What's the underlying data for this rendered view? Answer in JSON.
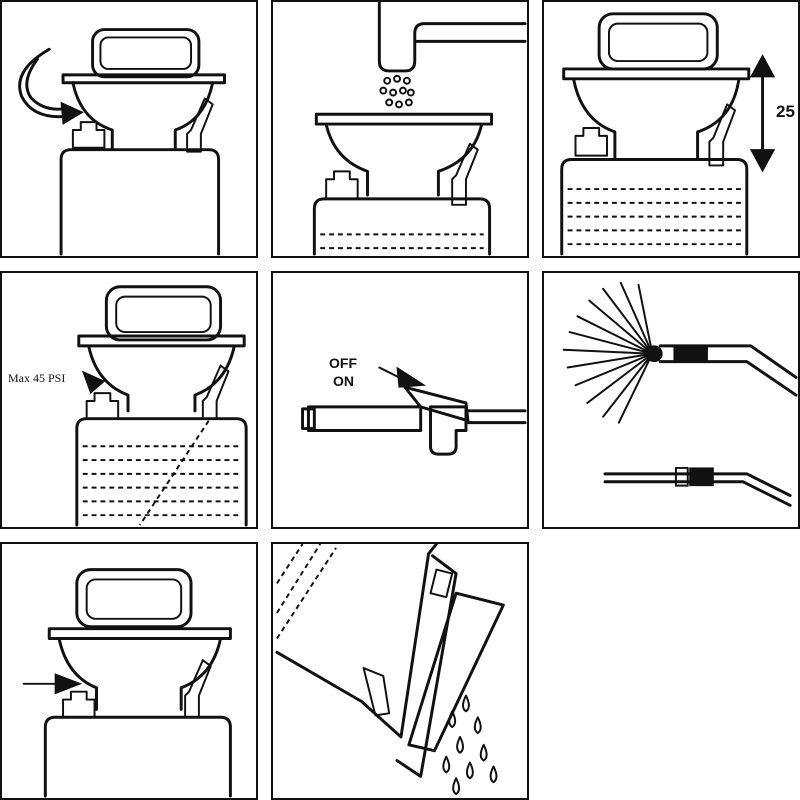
{
  "panels": {
    "p3": {
      "height_label": "25"
    },
    "p4": {
      "pressure_label": "Max 45 PSI"
    },
    "p5": {
      "off_label": "OFF",
      "on_label": "ON"
    }
  },
  "colors": {
    "ink": "#111111",
    "background": "#ffffff"
  }
}
